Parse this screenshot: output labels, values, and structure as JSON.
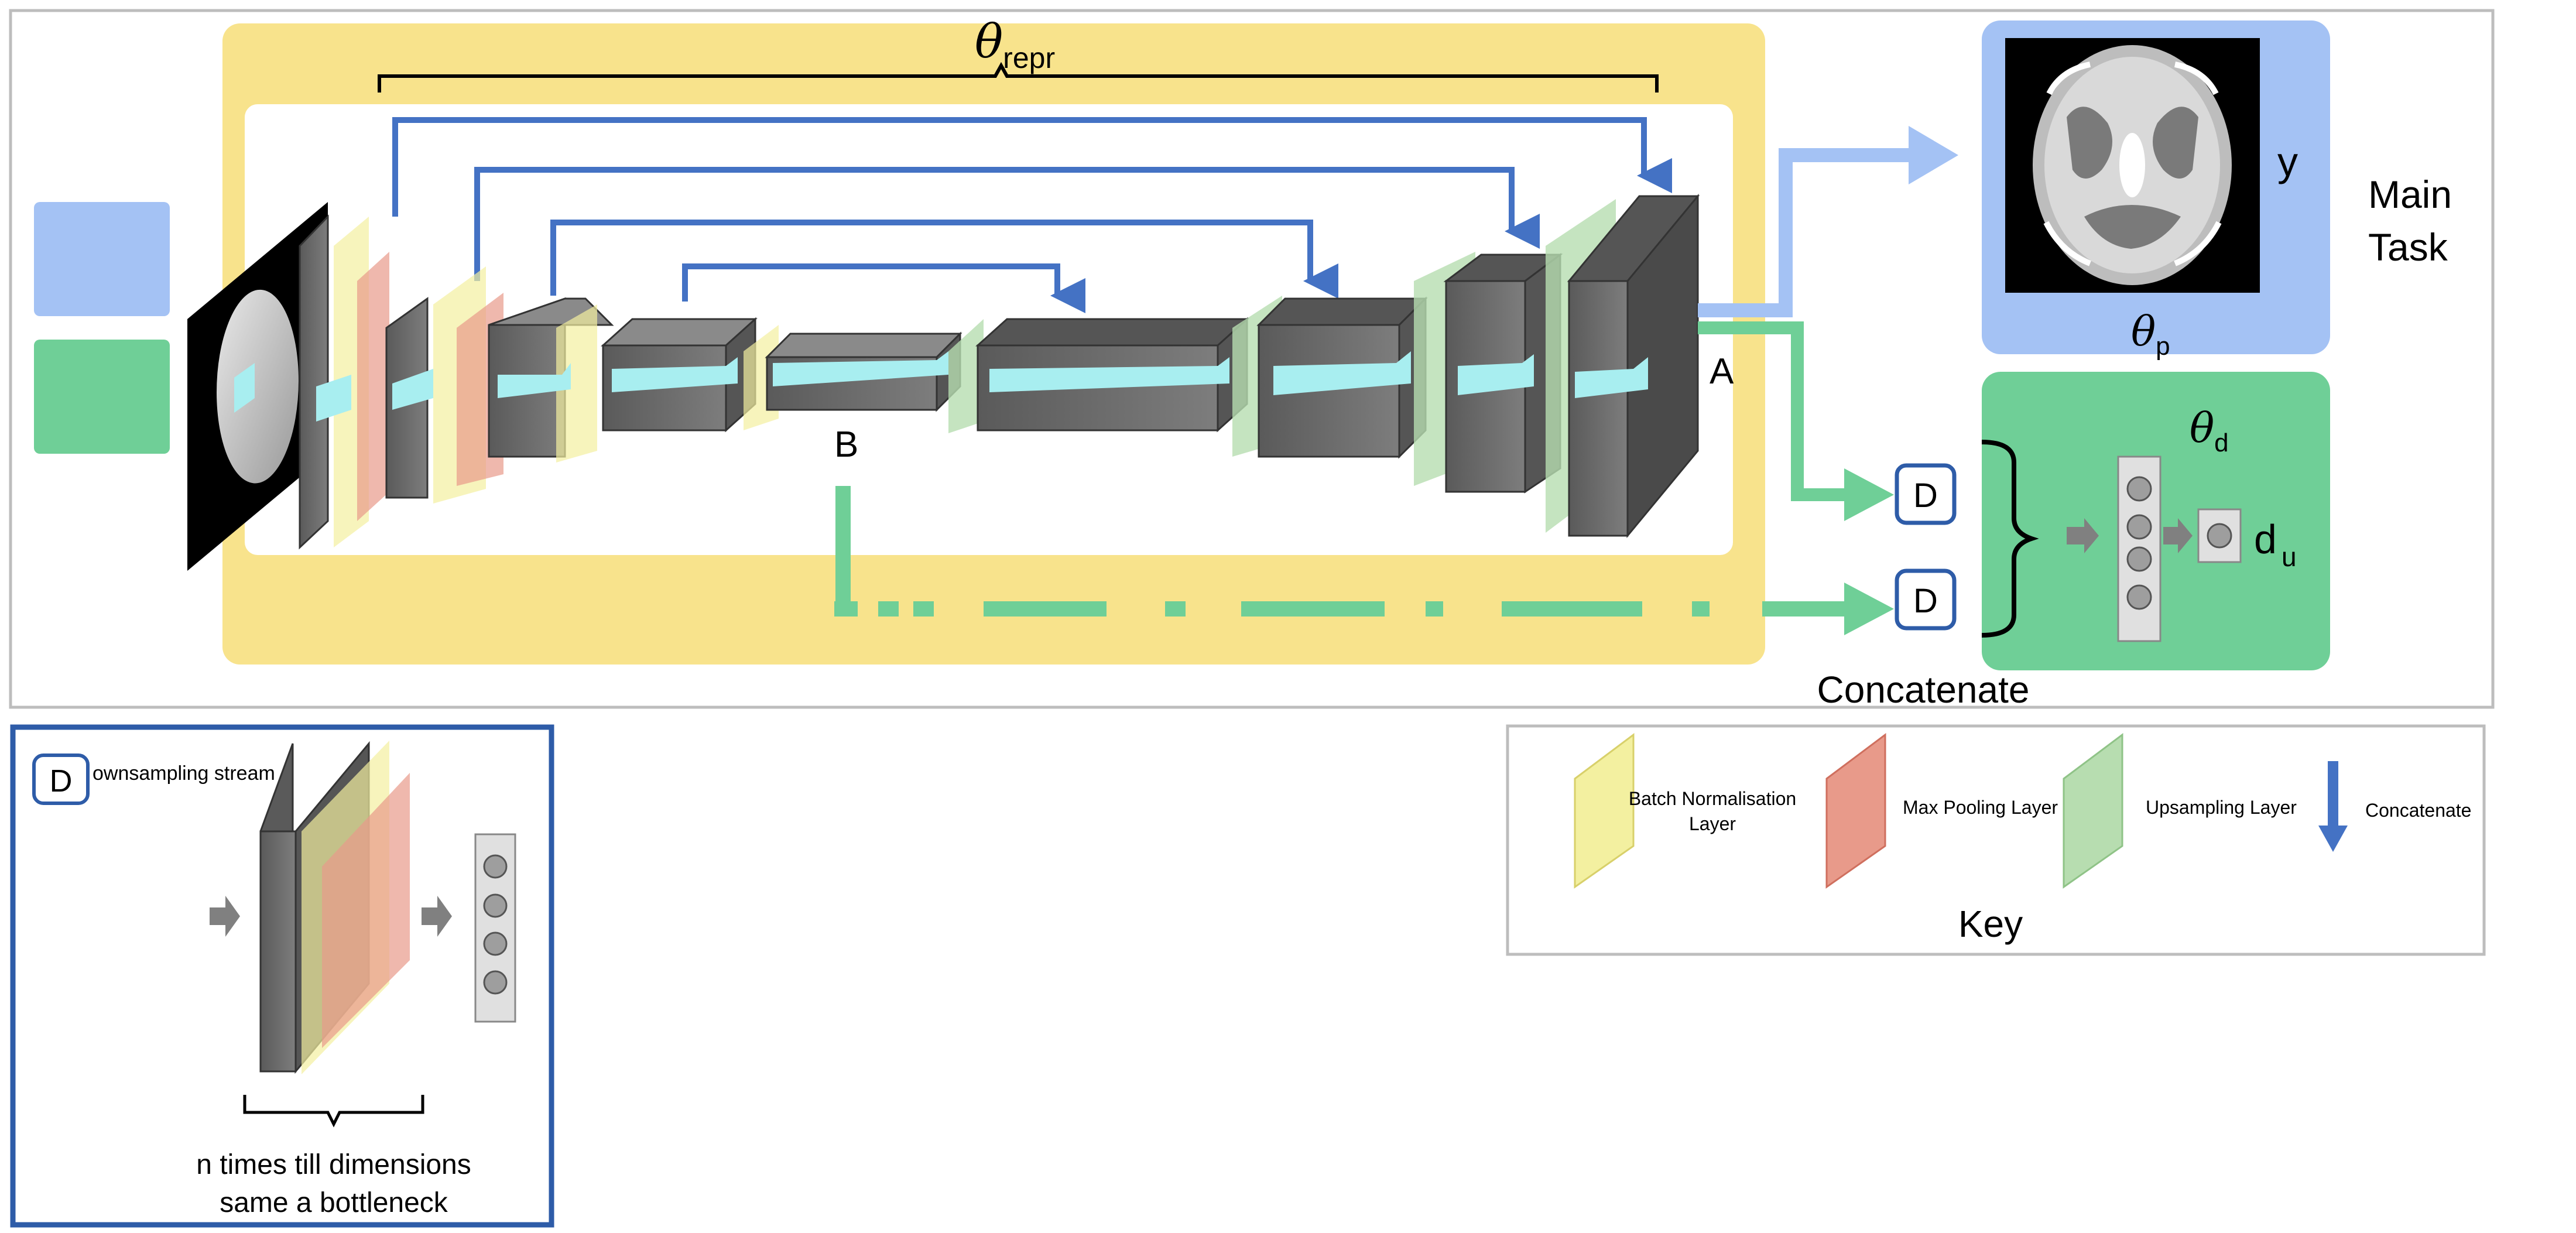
{
  "main": {
    "theta_repr": {
      "symbol": "θ",
      "subscript": "repr"
    },
    "point_a": "A",
    "point_b": "B",
    "concatenate": "Concatenate",
    "d_box_upper": "D",
    "d_box_lower": "D"
  },
  "segmentation": {
    "y": "y",
    "task_line1": "Main",
    "task_line2": "Task",
    "theta_p": {
      "symbol": "θ",
      "subscript": "p"
    }
  },
  "domain_classifier": {
    "theta_d": {
      "symbol": "θ",
      "subscript": "d"
    },
    "output": {
      "base": "d",
      "subscript": "u"
    }
  },
  "downsampling_inset": {
    "d_letter": "D",
    "label": "ownsampling stream",
    "caption_line1": "n times till dimensions",
    "caption_line2": "same a bottleneck"
  },
  "key": {
    "title": "Key",
    "batch_norm_line1": "Batch Normalisation",
    "batch_norm_line2": "Layer",
    "max_pool": "Max Pooling Layer",
    "upsampling": "Upsampling Layer",
    "concatenate": "Concatenate"
  },
  "colors": {
    "blue_panel": "#a4c2f4",
    "green_panel": "#6fcf97",
    "yellow_panel": "#f8e38c",
    "skip_arrow": "#4472c4",
    "inset_border": "#2e5ca8",
    "block_gray": "#6b6b6b",
    "feature_cyan": "#a8eef0"
  }
}
